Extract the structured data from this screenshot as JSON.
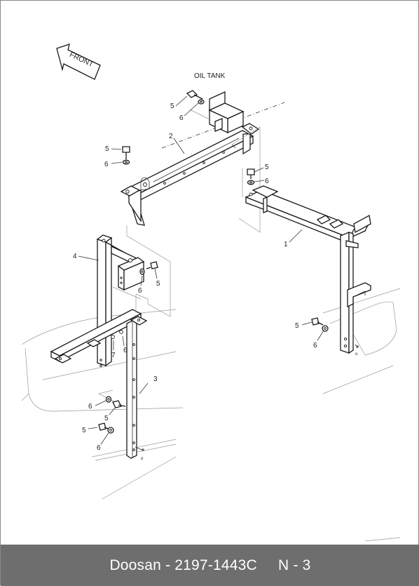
{
  "diagram": {
    "front_label": "FRONT",
    "oil_tank_label": "OIL TANK",
    "callouts": [
      {
        "id": "c1",
        "text": "1"
      },
      {
        "id": "c2",
        "text": "2"
      },
      {
        "id": "c3",
        "text": "3"
      },
      {
        "id": "c4",
        "text": "4"
      },
      {
        "id": "c5a",
        "text": "5"
      },
      {
        "id": "c6a",
        "text": "6"
      },
      {
        "id": "c5b",
        "text": "5"
      },
      {
        "id": "c6b",
        "text": "6"
      },
      {
        "id": "c5c",
        "text": "5"
      },
      {
        "id": "c6c",
        "text": "6"
      },
      {
        "id": "c5d",
        "text": "5"
      },
      {
        "id": "c6d",
        "text": "6"
      },
      {
        "id": "c5e",
        "text": "5"
      },
      {
        "id": "c6e",
        "text": "6"
      },
      {
        "id": "c7",
        "text": "7"
      },
      {
        "id": "c6f",
        "text": "6"
      },
      {
        "id": "c6g",
        "text": "6"
      },
      {
        "id": "c5f",
        "text": "5"
      },
      {
        "id": "c5g",
        "text": "5"
      },
      {
        "id": "c6h",
        "text": "6"
      }
    ]
  },
  "footer": {
    "text": "Doosan - 2197-1443C     N - 3"
  }
}
